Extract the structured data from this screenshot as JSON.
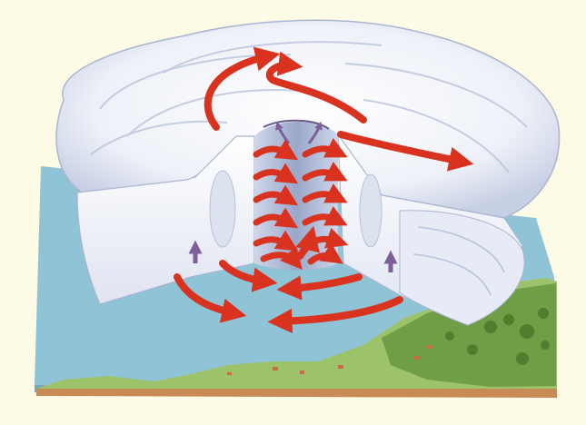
{
  "scene": {
    "subject": "hurricane-cutaway",
    "colors": {
      "page": "#fdfbe6",
      "sea": "#8fc3d6",
      "sea_dark": "#6fa9c2",
      "cloud": "#f4f6fb",
      "cloud_shade": "#b9c3dd",
      "cloud_cut": "#eef0f7",
      "land": "#9cc26a",
      "land_dark": "#5e8f3a",
      "soil": "#c98b55",
      "inflow_arrow": "#d9321f",
      "updraft_arrow": "#7d5f9a"
    },
    "arrows": {
      "inflow_count": 5,
      "eyewall_spiral_count": 12,
      "outflow_count": 3,
      "updraft_count": 4
    }
  }
}
